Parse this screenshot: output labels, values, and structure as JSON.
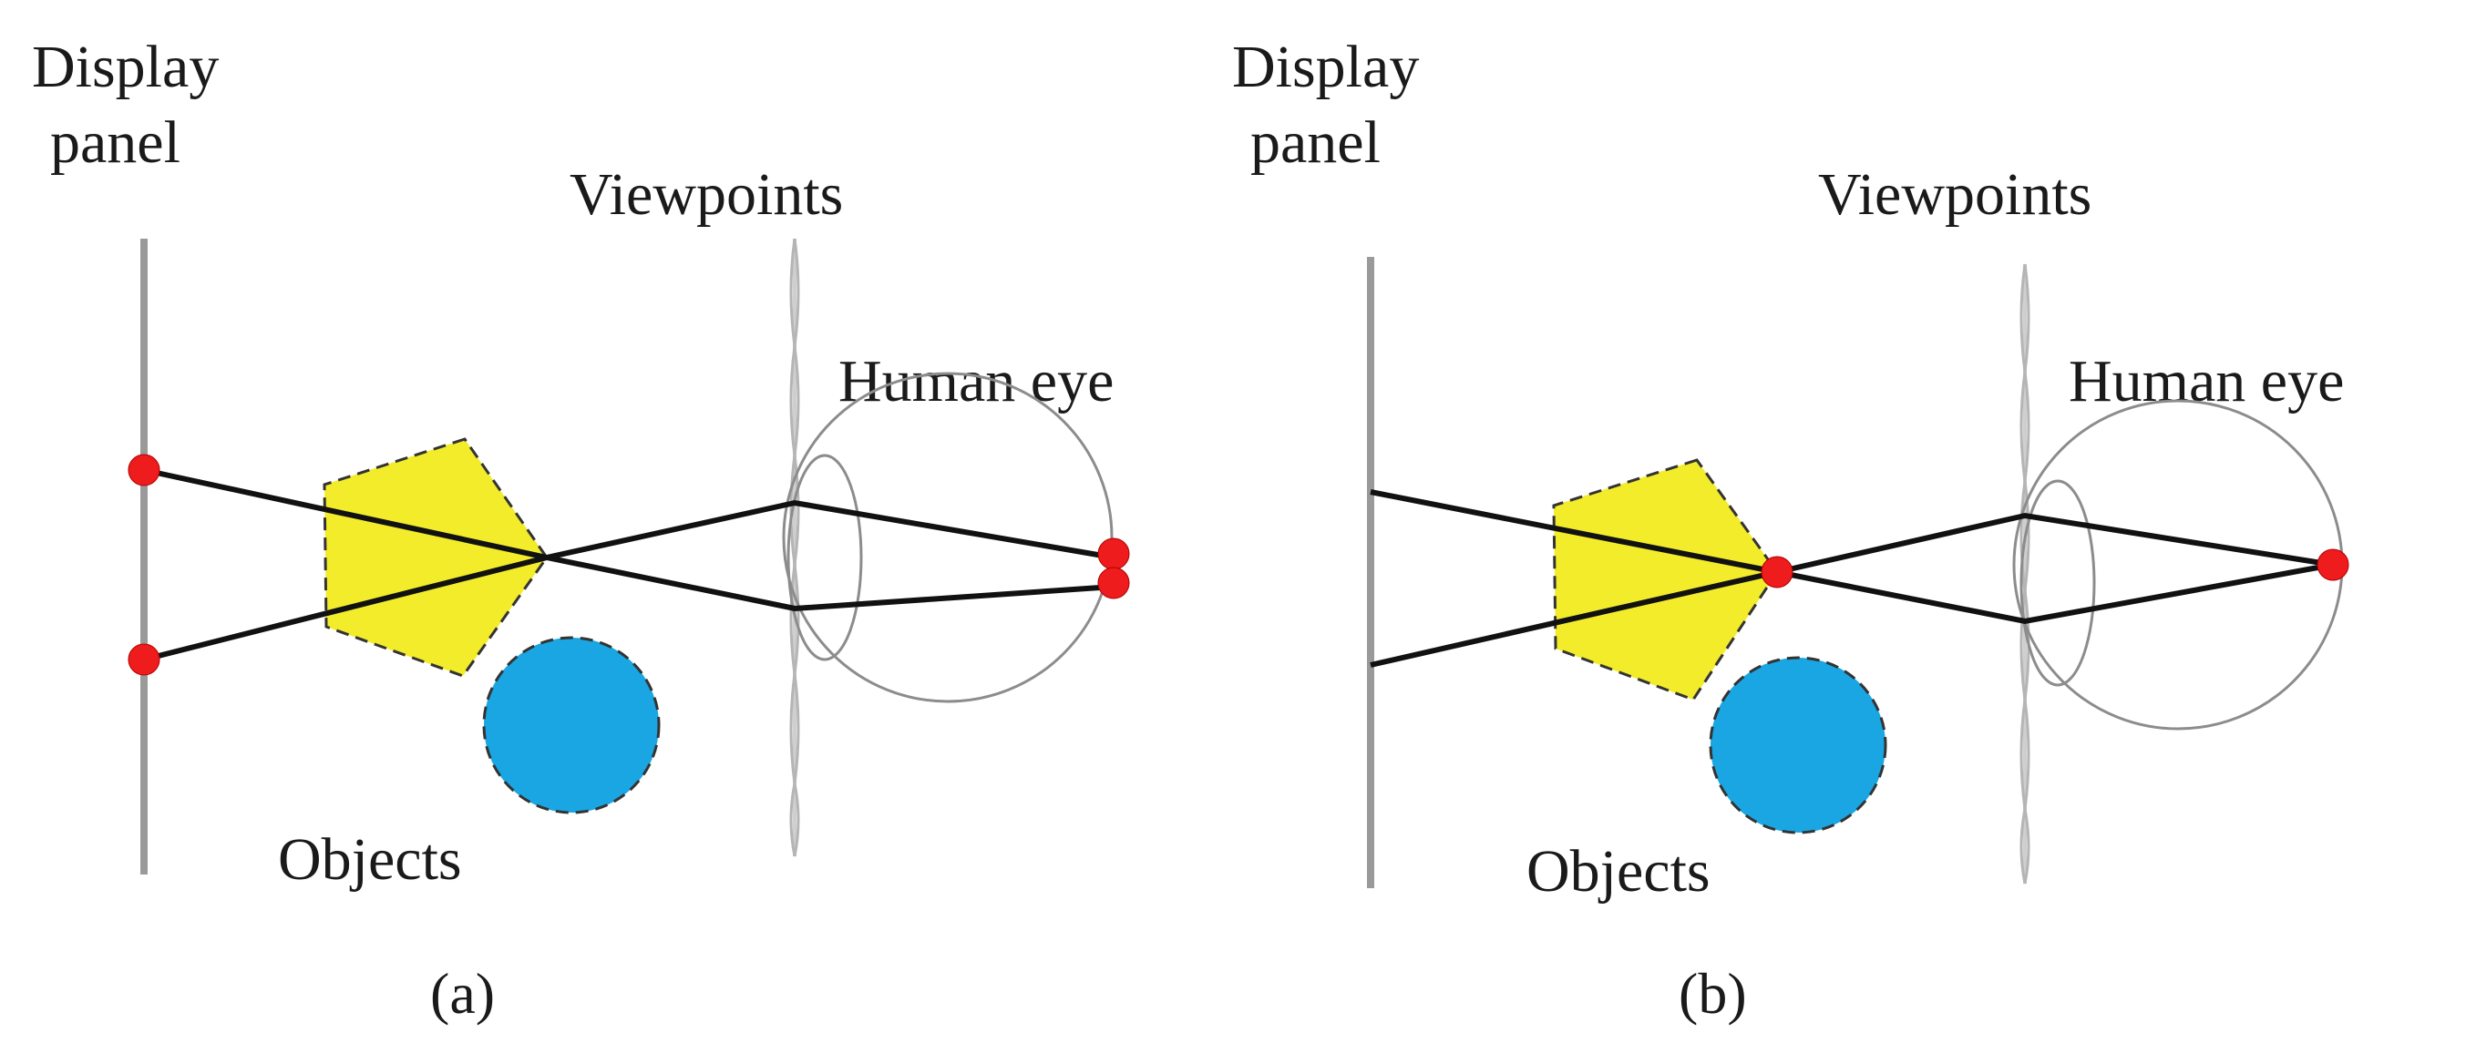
{
  "panel_a": {
    "display_label_line1": "Display",
    "display_label_line2": "panel",
    "viewpoints_label": "Viewpoints",
    "human_eye_label": "Human eye",
    "objects_label": "Objects",
    "caption": "(a)"
  },
  "panel_b": {
    "display_label_line1": "Display",
    "display_label_line2": "panel",
    "viewpoints_label": "Viewpoints",
    "human_eye_label": "Human eye",
    "objects_label": "Objects",
    "caption": "(b)"
  },
  "colors": {
    "object_pentagon": "#f3ec2a",
    "object_sphere": "#1aa6e2",
    "ray_points": "#ee1c1c",
    "rays": "#111111",
    "display_panel": "#9a9a9a"
  }
}
